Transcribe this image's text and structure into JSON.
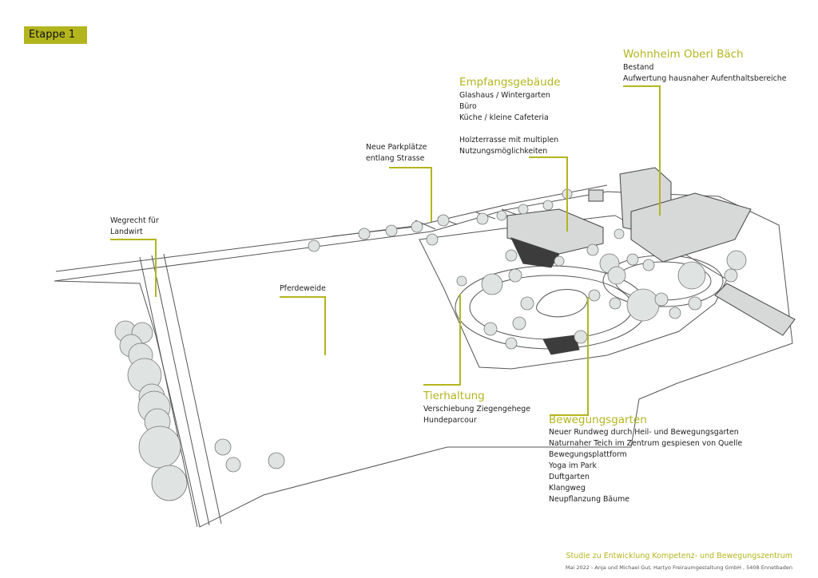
{
  "stage_label": "Etappe 1",
  "labels": {
    "wohnheim": {
      "title": "Wohnheim Oberi Bäch",
      "lines": [
        "Bestand",
        "Aufwertung hausnaher Aufenthaltsbereiche"
      ]
    },
    "empfang": {
      "title": "Empfangsgebäude",
      "lines": [
        "Glashaus / Wintergarten",
        "Büro",
        "Küche / kleine Cafeteria",
        "",
        "Holzterrasse mit multiplen",
        "Nutzungsmöglichkeiten"
      ]
    },
    "parking": {
      "lines": [
        "Neue Parkplätze",
        "entlang Strasse"
      ]
    },
    "wegrecht": {
      "lines": [
        "Wegrecht für",
        "Landwirt"
      ]
    },
    "pferd": {
      "lines": [
        "Pferdeweide"
      ]
    },
    "tier": {
      "title": "Tierhaltung",
      "lines": [
        "Verschiebung Ziegengehege",
        "Hundeparcour"
      ]
    },
    "bewegung": {
      "title": "Bewegungsgarten",
      "lines": [
        "Neuer Rundweg durch Heil- und Bewegungsgarten",
        "Naturnaher Teich im Zentrum gespiesen von Quelle",
        "Bewegungsplattform",
        "Yoga im Park",
        "Duftgarten",
        "Klangweg",
        "Neupflanzung Bäume"
      ]
    }
  },
  "footer": {
    "title": "Studie zu Entwicklung Kompetenz- und Bewegungszentrum",
    "credit": "Mai 2022 - Anja und Michael Gut, Hartyo Freiraumgestaltung GmbH , 5408 Ennetbaden"
  },
  "colors": {
    "accent": "#b3b51e",
    "tree_fill": "#dfe3e1",
    "building_fill": "#d6d9d7",
    "line": "#555555"
  }
}
